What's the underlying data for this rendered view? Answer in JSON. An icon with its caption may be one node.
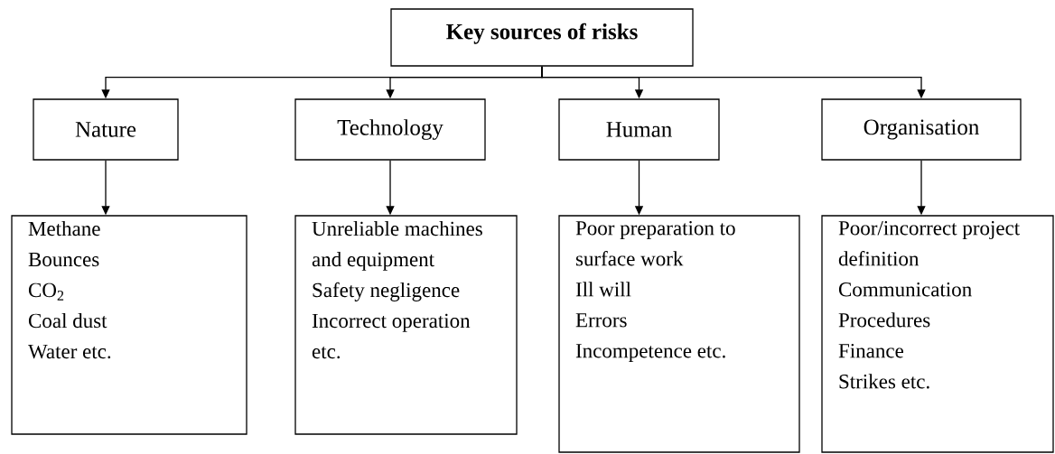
{
  "diagram": {
    "nodes": [
      {
        "text": [
          "Key sources of risks"
        ]
      },
      {
        "text": [
          "Nature"
        ]
      },
      {
        "text": [
          "Technology"
        ]
      },
      {
        "text": [
          "Human"
        ]
      },
      {
        "text": [
          "Organisation"
        ]
      },
      {
        "text": [
          "Methane",
          "Bounces",
          "CO$_{2}$",
          "Coal dust",
          "Water etc."
        ]
      },
      {
        "text": [
          "Unreliable machines and equipment",
          "Safety negligence",
          "Incorrect operation etc."
        ]
      },
      {
        "text": [
          "Poor preparation to surface work",
          "Ill will",
          "Errors",
          "Incompetence etc."
        ]
      },
      {
        "text": [
          "Poor/incorrect project definition",
          "Communication",
          "Procedures",
          "Finance",
          "Strikes etc."
        ]
      }
    ],
    "edges": [
      {
        "from": 0,
        "to": 1,
        "arrow": "to"
      },
      {
        "from": 0,
        "to": 2,
        "arrow": "to"
      },
      {
        "from": 0,
        "to": 3,
        "arrow": "to"
      },
      {
        "from": 0,
        "to": 4,
        "arrow": "to"
      },
      {
        "from": 1,
        "to": 5,
        "arrow": "to"
      },
      {
        "from": 2,
        "to": 6,
        "arrow": "to"
      },
      {
        "from": 3,
        "to": 7,
        "arrow": "to"
      },
      {
        "from": 4,
        "to": 8,
        "arrow": "to"
      }
    ]
  }
}
